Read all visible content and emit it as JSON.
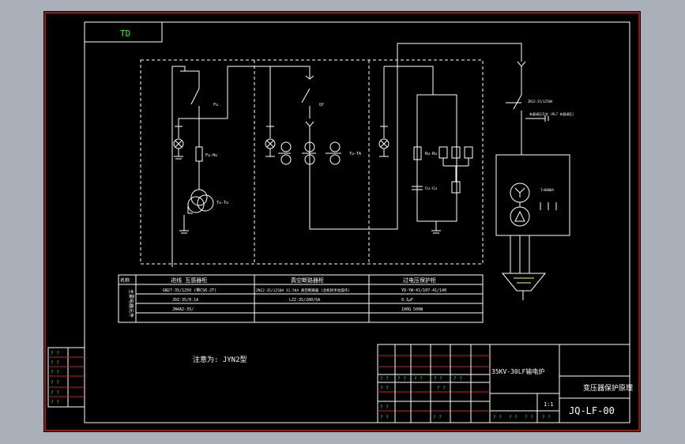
{
  "colors": {
    "background": "#a9b0b9",
    "paper": "#000000",
    "border_outer": "#cc2222",
    "line": "#ffffff",
    "accent_green": "#33ee33",
    "accent_yellow": "#ffff66",
    "accent_cyan": "#33dddd",
    "table_red": "#cc2222"
  },
  "header_box": {
    "code": "TD"
  },
  "diagram": {
    "cabinet_1": {
      "title": "进线 互感器柜",
      "row_1": "GN27-35/1250 (带CS6-2T)",
      "row_2": "JDZ-35/0.1A",
      "row_3": "JN4A2-35/"
    },
    "cabinet_2": {
      "title": "真空断路器柜",
      "row_1": "ZN12-35/1250A 31.5KA 真空断路器 (含机构手动操作)",
      "row_2": "LZZ-35/200/5A",
      "row_3": ""
    },
    "cabinet_3": {
      "title": "过电压保护柜",
      "row_1": "YD-YW-41/107-41/140",
      "row_2": "0.1μF",
      "row_3": "100Ω 500W"
    },
    "left_header": "名称",
    "left_vertical": "主要电器元件",
    "labels": {
      "fu": "Fu",
      "tv_fu": "Fu-Hu",
      "tv": "Tu-Tu",
      "qf": "Qf",
      "ta": "Tu-TA",
      "rc_r": "Ru-Ru",
      "rc_c": "Cu-Cu",
      "transformer": "T×0000A",
      "right_switch_1": "ZN12-35/1250A",
      "right_switch_2": "有载调压开关 (RL7 有载调压)"
    }
  },
  "note": "注意为: JYN2型",
  "left_table": {
    "cells": [
      "? ?",
      "? ?",
      "? ?",
      "? ?",
      "? ?",
      "? ?"
    ]
  },
  "title_block": {
    "project": "35KV-30LF输电炉",
    "drawing_name": "变压器保护原理",
    "drawing_no": "JQ-LF-00",
    "scale": "1:1",
    "filler": "? ?"
  }
}
